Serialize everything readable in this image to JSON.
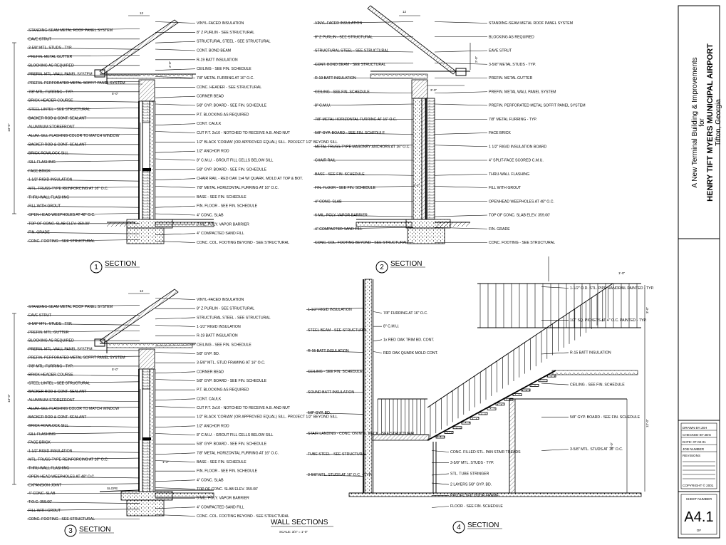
{
  "project": {
    "title_line1": "A New Terminal Building & Improvements",
    "title_line2": "for",
    "title_line3": "HENRY TIFT MYERS MUNICIPAL AIRPORT",
    "title_line4": "Tifton, Georgia"
  },
  "title_block": {
    "drawn_by": "DRAWN BY:JSH",
    "checked_by": "CHECKED BY:JDG",
    "date": "DATE: 07-02-01",
    "job_number": "JOB NUMBER",
    "revisions": "REVISIONS",
    "copyright": "COPYRIGHT © 2001",
    "sheet_number_label": "SHEET NUMBER",
    "sheet_number": "A4.1",
    "sheet_of": "OF"
  },
  "sheet_title": {
    "text": "WALL SECTIONS",
    "scale": "SCALE: 3/4\" = 1'-0\""
  },
  "sections": [
    {
      "number": "1",
      "label": "SECTION"
    },
    {
      "number": "2",
      "label": "SECTION"
    },
    {
      "number": "3",
      "label": "SECTION"
    },
    {
      "number": "4",
      "label": "SECTION"
    }
  ],
  "sec1": {
    "left": [
      "STANDING-SEAM METAL ROOF PANEL SYSTEM",
      "EAVE STRUT",
      "3-5/8\" MTL. STUDS - TYP.",
      "PREFIN. METAL GUTTER",
      "BLOCKING AS REQUIRED",
      "PREFIN. MTL. WALL PANEL SYSTEM",
      "PREFIN. PERFORATED METAL SOFFIT PANEL SYSTEM",
      "7/8\" MTL. FURRING - TYP.",
      "BRICK HEADER COURSE",
      "STEEL LINTEL - SEE STRUCTURAL",
      "BACKER ROD & CONT. SEALANT",
      "ALUMINUM STOREFRONT",
      "ALUM. SILL FLASHING-COLOR TO MATCH WINDOW",
      "BACKER ROD & CONT. SEALANT",
      "BRICK ROWLOCK SILL",
      "SILL FLASHING",
      "FACE BRICK",
      "1 1/2\" RIGID INSULATION",
      "MTL. TRUSS-TYPE REINFORCING AT 16\" O.C.",
      "THRU-WALL FLASHING",
      "FILL WITH GROUT",
      "OPEN-HEAD WEEPHOLES AT 48\" O.C.",
      "TOP OF CONC. SLAB ELEV. 359.00'",
      "FIN. GRADE",
      "CONC. FOOTING - SEE STRUCTURAL"
    ],
    "right": [
      "VINYL-FACED INSULATION",
      "8\" Z PURLIN - SEE STRUCTURAL",
      "STRUCTURAL STEEL - SEE STRUCTURAL",
      "CONT. BOND BEAM",
      "R-19 BATT INSULATION",
      "CEILING - SEE FIN. SCHEDULE",
      "7/8\" METAL FURRING AT 16\" O.C.",
      "CONC. HEADER - SEE STRUCTURAL",
      "CORNER BEAD",
      "5/8\" GYP. BOARD - SEE FIN. SCHEDULE",
      "P.T. BLOCKING AS REQUIRED",
      "CONT. CAULK",
      "CUT P.T. 2x10 - NOTCHED TO RECEIVE A.B. AND NUT",
      "1/2\" BLACK 'CORIAN' (OR APPROVED EQUAL) SILL. PROJECT 1/2\" BEYOND SILL",
      "1/2\" ANCHOR ROD",
      "8\" C.M.U. - GROUT FILL CELLS BELOW SILL",
      "5/8\" GYP. BOARD - SEE FIN. SCHEDULE",
      "CHAIR RAIL - RED OAK 1x4 W/ QUARK. MOLD AT TOP & BOT.",
      "7/8\" METAL HORIZONTAL FURRING AT 16\" O.C.",
      "BASE - SEE FIN. SCHEDULE",
      "FIN. FLOOR - SEE FIN. SCHEDULE",
      "4\" CONC. SLAB",
      "6 MIL. POLY. VAPOR BARRIER",
      "4\" COMPACTED SAND FILL",
      "CONC. COL. FOOTING BEYOND - SEE STRUCTURAL"
    ]
  },
  "sec2": {
    "left": [
      "VINYL-FACED INSULATION",
      "8\" Z PURLIN - SEE STRUCTURAL",
      "STRUCTURAL STEEL - SEE STRUCTURAL",
      "CONT. BOND BEAM - SEE STRUCTURAL",
      "R-19 BATT INSULATION",
      "CEILING - SEE FIN. SCHEDULE",
      "8\" C.M.U.",
      "7/8\" METAL HORIZONTAL FURRING AT 16\" O.C.",
      "5/8\" GYP. BOARD - SEE FIN. SCHEDULE",
      "METAL TRUSS-TYPE MASONRY ANCHORS AT 16\" O.C.",
      "CHAIR RAIL",
      "BASE - SEE FIN. SCHEDULE",
      "FIN. FLOOR - SEE FIN. SCHEDULE",
      "4\" CONC. SLAB",
      "6 MIL. POLY. VAPOR BARRIER",
      "4\" COMPACTED SAND FILL",
      "CONC. COL. FOOTING BEYOND - SEE STRUCTURAL"
    ],
    "right": [
      "STANDING-SEAM METAL ROOF PANEL SYSTEM",
      "BLOCKING AS REQUIRED",
      "EAVE STRUT",
      "3-5/8\" METAL STUDS - TYP.",
      "PREFIN. METAL GUTTER",
      "PREFIN. METAL WALL PANEL SYSTEM",
      "PREFIN. PERFORATED METAL SOFFIT PANEL SYSTEM",
      "7/8\" METAL FURRING - TYP.",
      "FACE BRICK",
      "1 1/2\" RIGID INSULATION BOARD",
      "4\" SPLIT-FACE SCORED C.M.U.",
      "THRU-WALL FLASHING",
      "FILL WITH GROUT",
      "OPENHEAD WEEPHOLES AT 48\" O.C.",
      "TOP OF CONC. SLAB ELEV. 359.00'",
      "FIN. GRADE",
      "CONC. FOOTING - SEE STRUCTURAL"
    ]
  },
  "sec3": {
    "left": [
      "STANDING-SEAM METAL ROOF PANEL SYSTEM",
      "EAVE STRUT",
      "3-5/8\" MTL. STUDS - TYP.",
      "PREFIN. MTL. GUTTER",
      "BLOCKING AS REQUIRED",
      "PREFIN. MTL. WALL PANEL SYSTEM",
      "PREFIN. PERFORATED METAL SOFFIT PANEL SYSTEM",
      "7/8\" MTL. FURRING - TYP.",
      "BRICK HEADER COURSE",
      "STEEL LINTEL - SEE STRUCTURAL",
      "BACKER ROD & CONT. SEALANT",
      "ALUMINUM STOREFRONT",
      "ALUM. SILL FLASHING COLOR TO MATCH WINDOW",
      "BACKER ROD & CONT. SEALANT",
      "BRICK ROWLOCK SILL",
      "SILL FLASHING",
      "FACE BRICK",
      "1 1/2\" RIGID INSULATION",
      "MTL. TRUSS-TYPE REINFORCING AT 16\" O.C.",
      "THRU-WALL FLASHING",
      "OPEN-HEAD WEEPHOLES AT 48\" O.C.",
      "EXPANSION JOINT",
      "4\" CONC. SLAB",
      "T.O.C. 359.00'",
      "FILL WITH GROUT",
      "CONC. FOOTING - SEE STRUCTURAL"
    ],
    "right": [
      "VINYL-FACED INSULATION",
      "8\" Z PURLIN - SEE STRUCTURAL",
      "STRUCTURAL STEEL - SEE STRUCTURAL",
      "1-1/2\" RIGID INSULATION",
      "R-19 BATT INSULATION",
      "CEILING - SEE FIN. SCHEDULE",
      "5/8\" GYP. BD.",
      "3-5/8\" MTL. STUD FRAMING AT 16\" O.C.",
      "CORNER BEAD",
      "5/8\" GYP. BOARD - SEE FIN. SCHEDULE",
      "P.T. BLOCKING AS REQUIRED",
      "CONT. CAULK",
      "CUT P.T. 2x10 - NOTCHED TO RECEIVE A.B. AND NUT",
      "1/2\" BLACK 'CORIAN' (OR APPROVED EQUAL) SILL. PROJECT 1/2\" BEYOND SILL",
      "1/2\" ANCHOR ROD",
      "8\" C.M.U. - GROUT FILL CELLS BELOW SILL",
      "5/8\" GYP. BOARD - SEE FIN. SCHEDULE",
      "7/8\" METAL HORIZONTAL FURRING AT 16\" O.C.",
      "BASE - SEE FIN. SCHEDULE",
      "FIN. FLOOR - SEE FIN. SCHEDULE",
      "4\" CONC. SLAB",
      "TOP OF CONC. SLAB ELEV. 359.00'",
      "6 MIL. POLY. VAPOR BARRIER",
      "4\" COMPACTED SAND FILL",
      "CONC. COL. FOOTING BEYOND - SEE STRUCTURAL"
    ]
  },
  "sec4": {
    "left": [
      "1-1/2\" RIGID INSULATION",
      "STEEL BEAM - SEE STRUCTURAL",
      "R-15 BATT INSULATION",
      "CEILING - SEE FIN. SCHEDULE",
      "SOUND BATT INSULATION",
      "5/8\" GYP. BD.",
      "STAIR LANDING - CONC. ON MTL. DECK - SEE STRUCTURAL",
      "TUBE STEEL - SEE STRUCTURAL",
      "3-5/8\" MTL. STUDS AT 16\" O.C. - TYP."
    ],
    "mid": [
      "7/8\" FURRING AT 16\" O.C.",
      "8\" C.M.U.",
      "1x RED OAK TRIM BD. CONT.",
      "RED OAK QUARK MOLD CONT."
    ],
    "right": [
      "1-1/2\" O.D. STL. PIPE HANDRAIL PAINTED - TYP.",
      "1/2\" SQ. PICKETS AT 4\" O.C. PAINTED - TYP.",
      "R-15 BATT INSULATION",
      "CEILING - SEE FIN. SCHEDULE",
      "5/8\" GYP. BOARD - SEE FIN. SCHEDULE",
      "3-5/8\" MTL. STUDS AT 16\" O.C."
    ],
    "bottom": [
      "CONC. FILLED STL. PAN STAIR TREADS",
      "3-5/8\" MTL. STUDS - TYP.",
      "STL. TUBE STRINGER",
      "2 LAYERS 5/8\" GYP. BD.",
      "PROJECTED DOOR FRAME",
      "FLOOR - SEE FIN. SCHEDULE"
    ]
  },
  "dims": {
    "d12": "12",
    "d2_0": "2'-0\"",
    "d5_0": "5'-0\"",
    "d3_0": "3'-0\"",
    "d13_0": "13'-0\"",
    "d1_2": "1'-2\"",
    "d1_0": "1'-0\"",
    "d4_0": "4'-0\"",
    "d12_0": "12'-0\"",
    "slope": "SLOPE"
  }
}
